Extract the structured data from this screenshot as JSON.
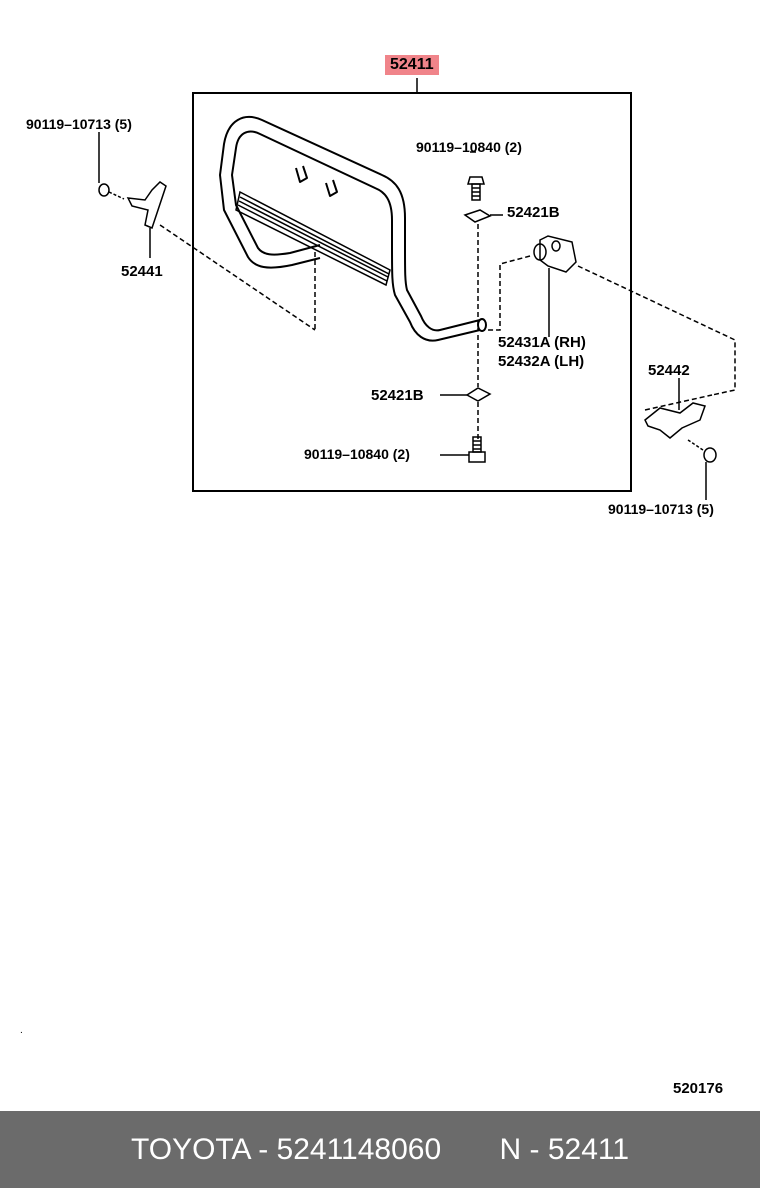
{
  "diagram": {
    "main_part": "52411",
    "figure_number": "520176",
    "labels": {
      "bolt_left_top": "90119–10713 (5)",
      "bracket_left": "52441",
      "bolt_upper": "90119–10840 (2)",
      "clip_upper": "52421B",
      "bracket_rh": "52431A (RH)",
      "bracket_lh": "52432A (LH)",
      "bracket_right": "52442",
      "clip_lower": "52421B",
      "bolt_lower": "90119–10840 (2)",
      "bolt_right_bottom": "90119–10713 (5)"
    },
    "stray_mark": "."
  },
  "footer": {
    "text": "TOYOTA - 5241148060       N - 52411"
  }
}
